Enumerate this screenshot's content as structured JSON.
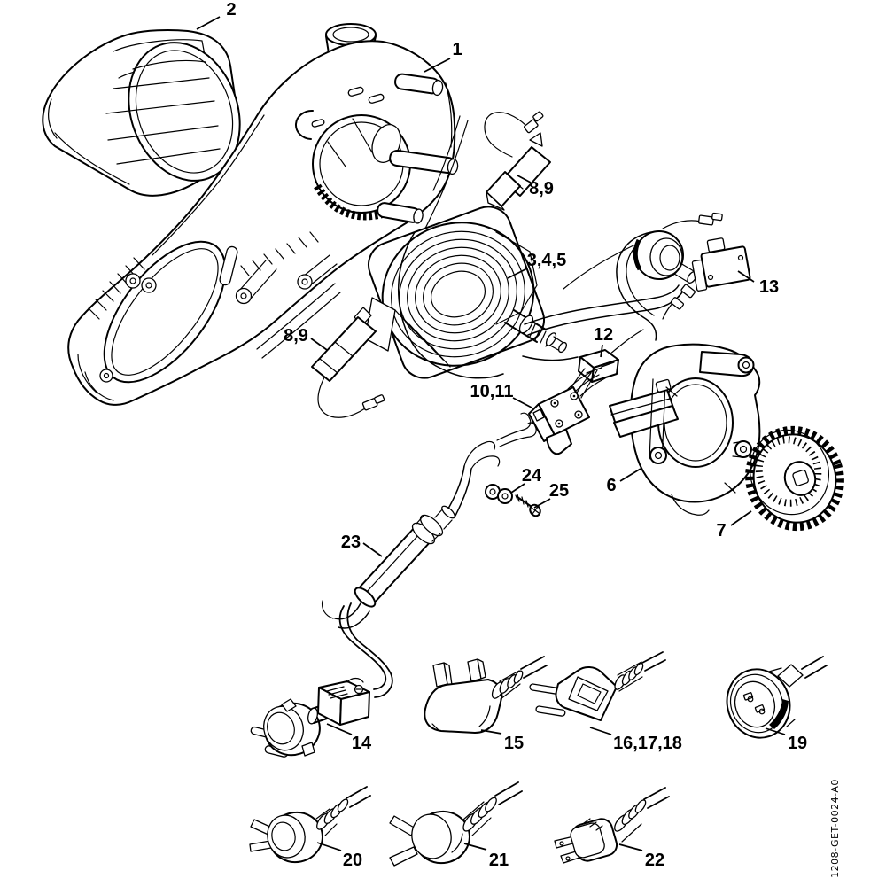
{
  "document": {
    "doc_number": "1208-GET-0024-A0",
    "background_color": "#ffffff",
    "line_color": "#000000",
    "diagram_type": "exploded-parts-diagram"
  },
  "callouts": [
    {
      "part": "housing-cover",
      "label": "2",
      "text": [
        261,
        17
      ],
      "line": [
        248,
        19,
        222,
        33
      ]
    },
    {
      "part": "motor-housing",
      "label": "1",
      "text": [
        516,
        62
      ],
      "line": [
        508,
        66,
        479,
        81
      ]
    },
    {
      "part": "brush-upper",
      "label": "8,9",
      "text": [
        611,
        219
      ],
      "line": [
        599,
        206,
        584,
        198
      ]
    },
    {
      "part": "armature",
      "label": "3,4,5",
      "text": [
        617,
        300
      ],
      "line": [
        595,
        303,
        573,
        314
      ]
    },
    {
      "part": "micro-switch",
      "label": "13",
      "text": [
        868,
        330
      ],
      "line": [
        851,
        318,
        833,
        306
      ]
    },
    {
      "part": "connector",
      "label": "12",
      "text": [
        681,
        384
      ],
      "line": [
        680,
        389,
        678,
        403
      ]
    },
    {
      "part": "brush-lower",
      "label": "8,9",
      "text": [
        334,
        385
      ],
      "line": [
        351,
        382,
        369,
        395
      ]
    },
    {
      "part": "switch",
      "label": "10,11",
      "text": [
        555,
        448
      ],
      "line": [
        579,
        449,
        600,
        460
      ]
    },
    {
      "part": "clamp",
      "label": "24",
      "text": [
        600,
        543
      ],
      "line": [
        592,
        546,
        577,
        556
      ]
    },
    {
      "part": "screw",
      "label": "25",
      "text": [
        631,
        560
      ],
      "line": [
        621,
        563,
        603,
        573
      ]
    },
    {
      "part": "fan-housing",
      "label": "6",
      "text": [
        690,
        554
      ],
      "line": [
        700,
        543,
        723,
        529
      ]
    },
    {
      "part": "gear",
      "label": "7",
      "text": [
        814,
        605
      ],
      "line": [
        825,
        593,
        848,
        577
      ]
    },
    {
      "part": "strain-relief",
      "label": "23",
      "text": [
        396,
        618
      ],
      "line": [
        410,
        613,
        431,
        628
      ]
    },
    {
      "part": "plug-euro",
      "label": "14",
      "text": [
        408,
        845
      ],
      "line": [
        397,
        829,
        369,
        817
      ]
    },
    {
      "part": "plug-uk",
      "label": "15",
      "text": [
        580,
        845
      ],
      "line": [
        566,
        828,
        543,
        824
      ]
    },
    {
      "part": "plug-europlug",
      "label": "16,17,18",
      "text": [
        731,
        845
      ],
      "line": [
        690,
        829,
        666,
        821
      ]
    },
    {
      "part": "coupling",
      "label": "19",
      "text": [
        900,
        845
      ],
      "line": [
        886,
        829,
        864,
        822
      ]
    },
    {
      "part": "plug-au",
      "label": "20",
      "text": [
        398,
        977
      ],
      "line": [
        385,
        960,
        358,
        951
      ]
    },
    {
      "part": "plug-cn",
      "label": "21",
      "text": [
        563,
        977
      ],
      "line": [
        549,
        959,
        524,
        952
      ]
    },
    {
      "part": "plug-us",
      "label": "22",
      "text": [
        739,
        977
      ],
      "line": [
        725,
        960,
        699,
        953
      ]
    }
  ]
}
